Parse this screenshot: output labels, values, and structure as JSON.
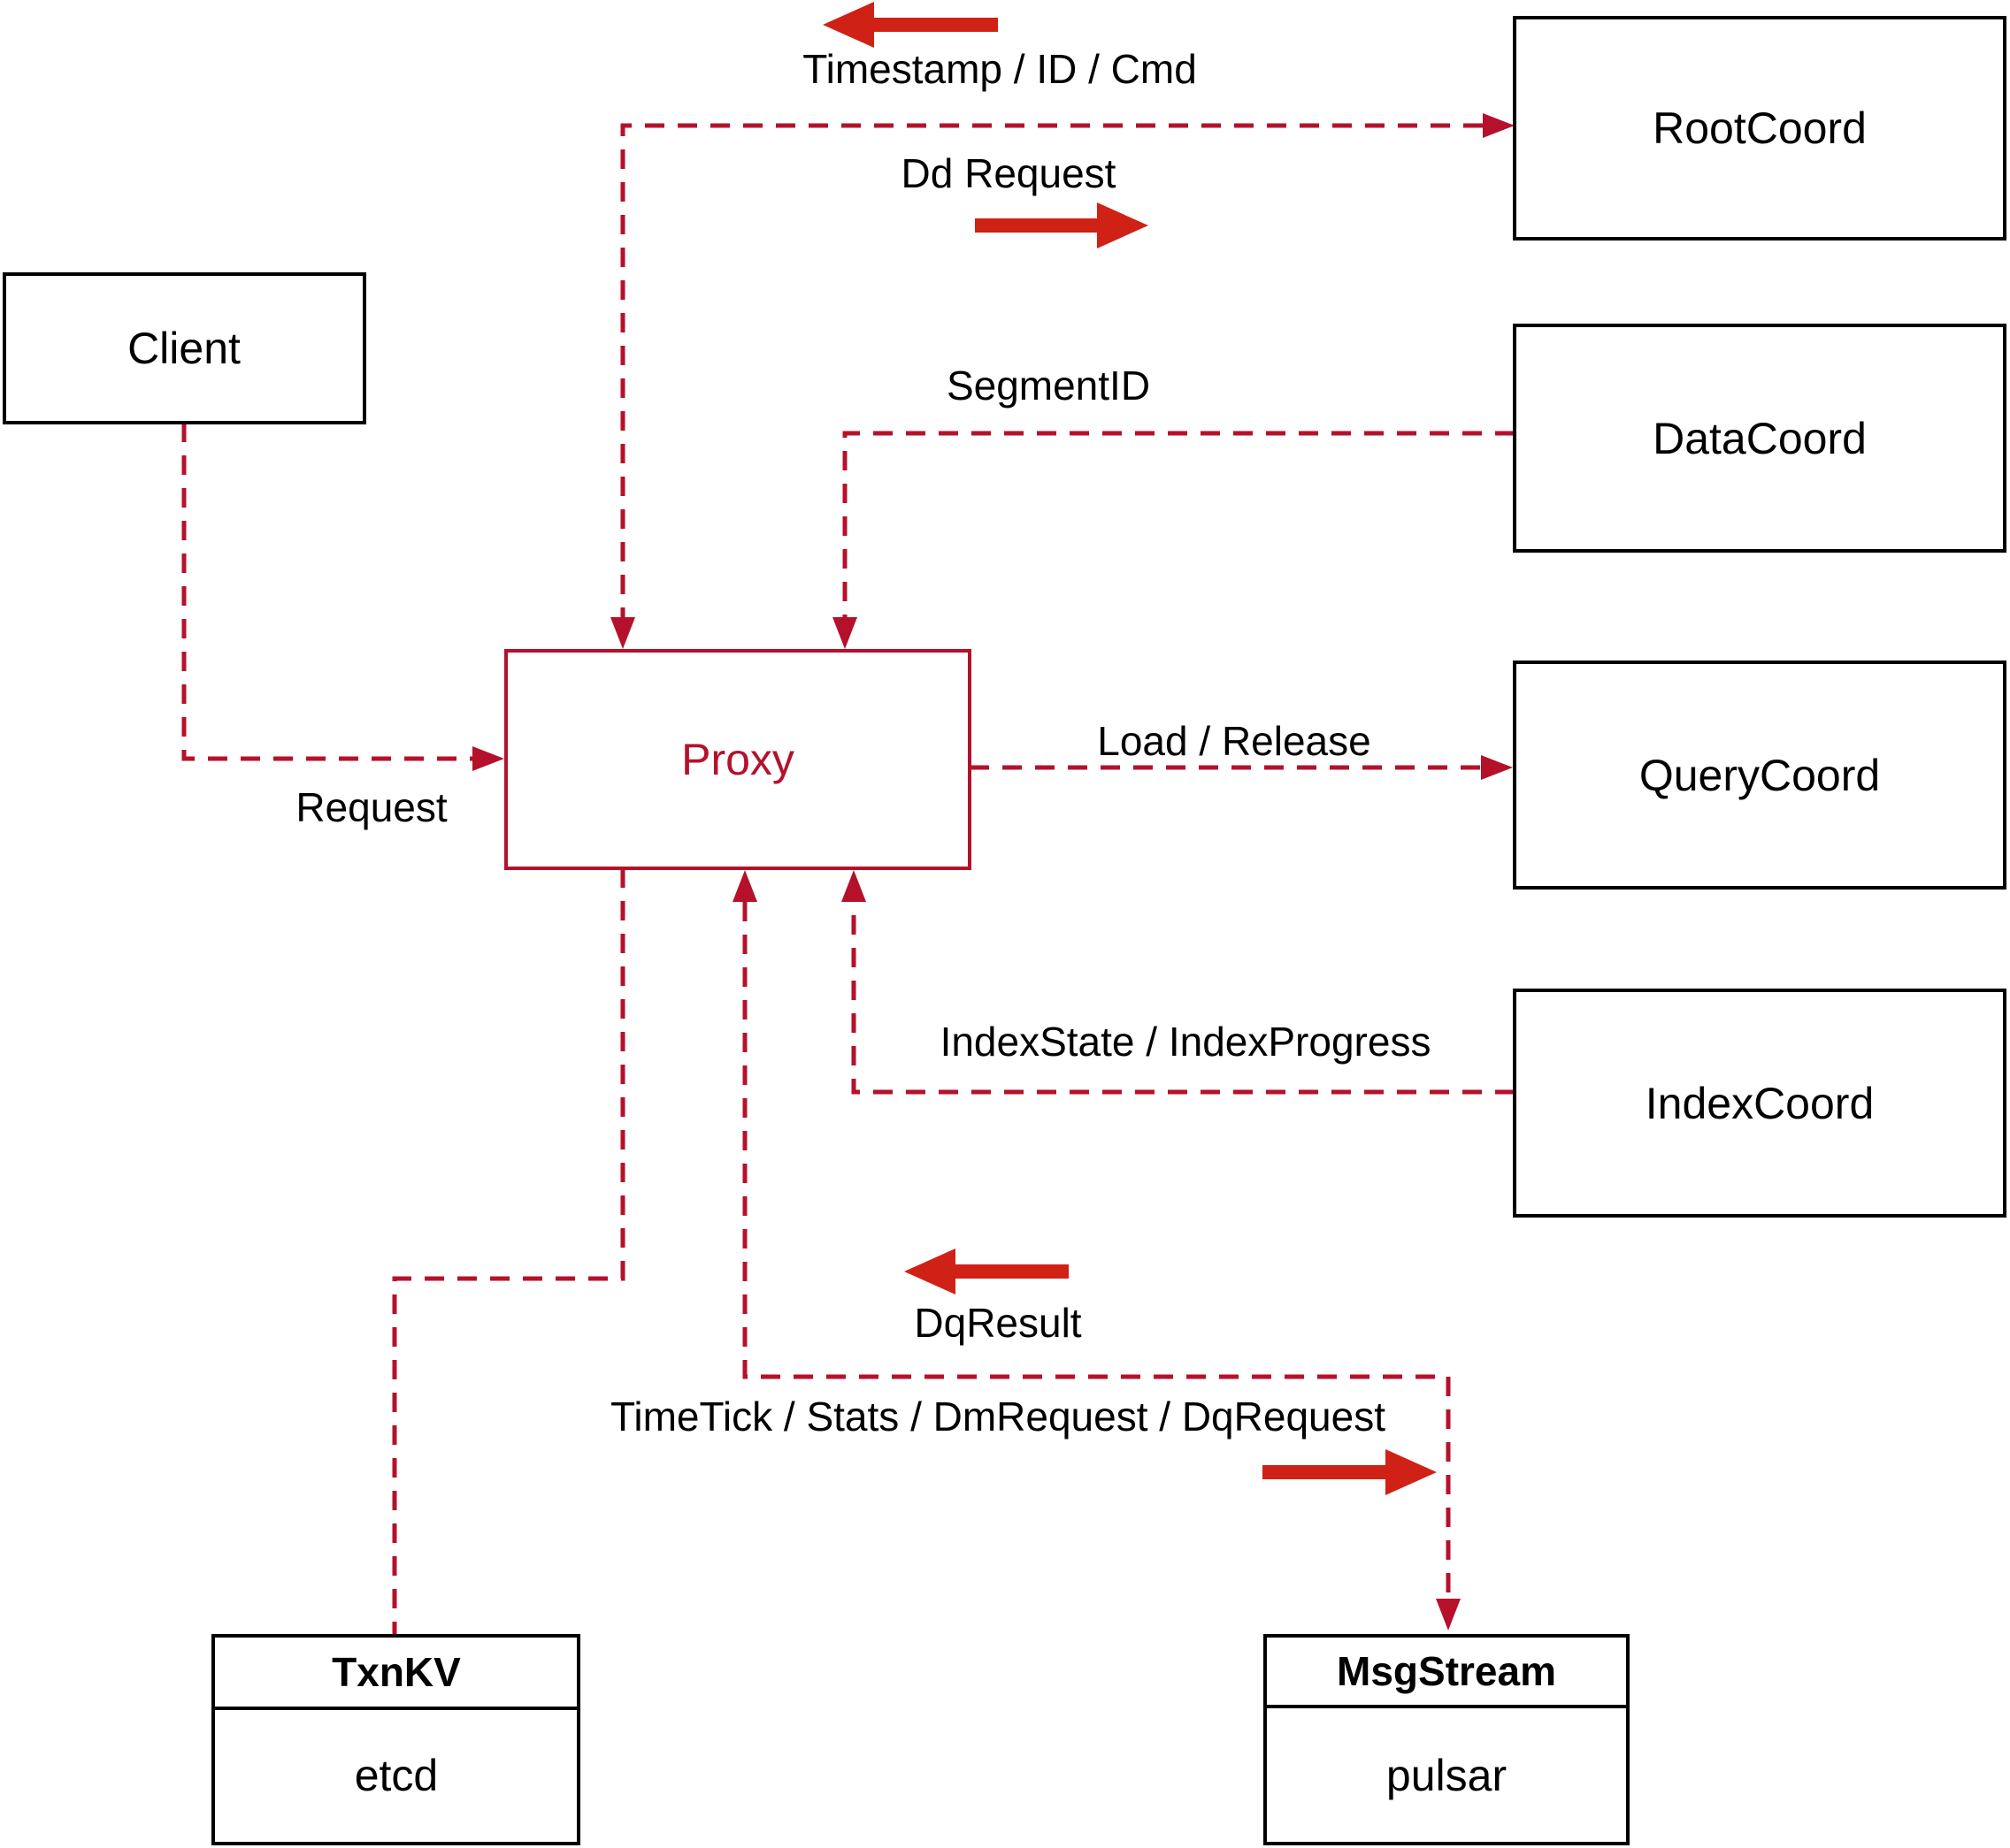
{
  "diagram": {
    "colors": {
      "connector_dashed": "#b5112b",
      "solid_direction_arrow": "#cf2115",
      "black_box_border": "#000000",
      "red_box_border": "#b5112b",
      "label_text": "#000000",
      "background": "#ffffff"
    },
    "nodes": {
      "client": {
        "label": "Client"
      },
      "proxy": {
        "label": "Proxy"
      },
      "root_coord": {
        "label": "RootCoord"
      },
      "data_coord": {
        "label": "DataCoord"
      },
      "query_coord": {
        "label": "QueryCoord"
      },
      "index_coord": {
        "label": "IndexCoord"
      },
      "txn_kv": {
        "title": "TxnKV",
        "subtitle": "etcd"
      },
      "msg_stream": {
        "title": "MsgStream",
        "subtitle": "pulsar"
      }
    },
    "edge_labels": {
      "timestamp": "Timestamp / ID / Cmd",
      "dd_request": "Dd Request",
      "segment_id": "SegmentID",
      "load_release": "Load / Release",
      "index_state": "IndexState / IndexProgress",
      "request": "Request",
      "dq_result": "DqResult",
      "time_tick": "TimeTick / Stats / DmRequest / DqRequest"
    }
  }
}
